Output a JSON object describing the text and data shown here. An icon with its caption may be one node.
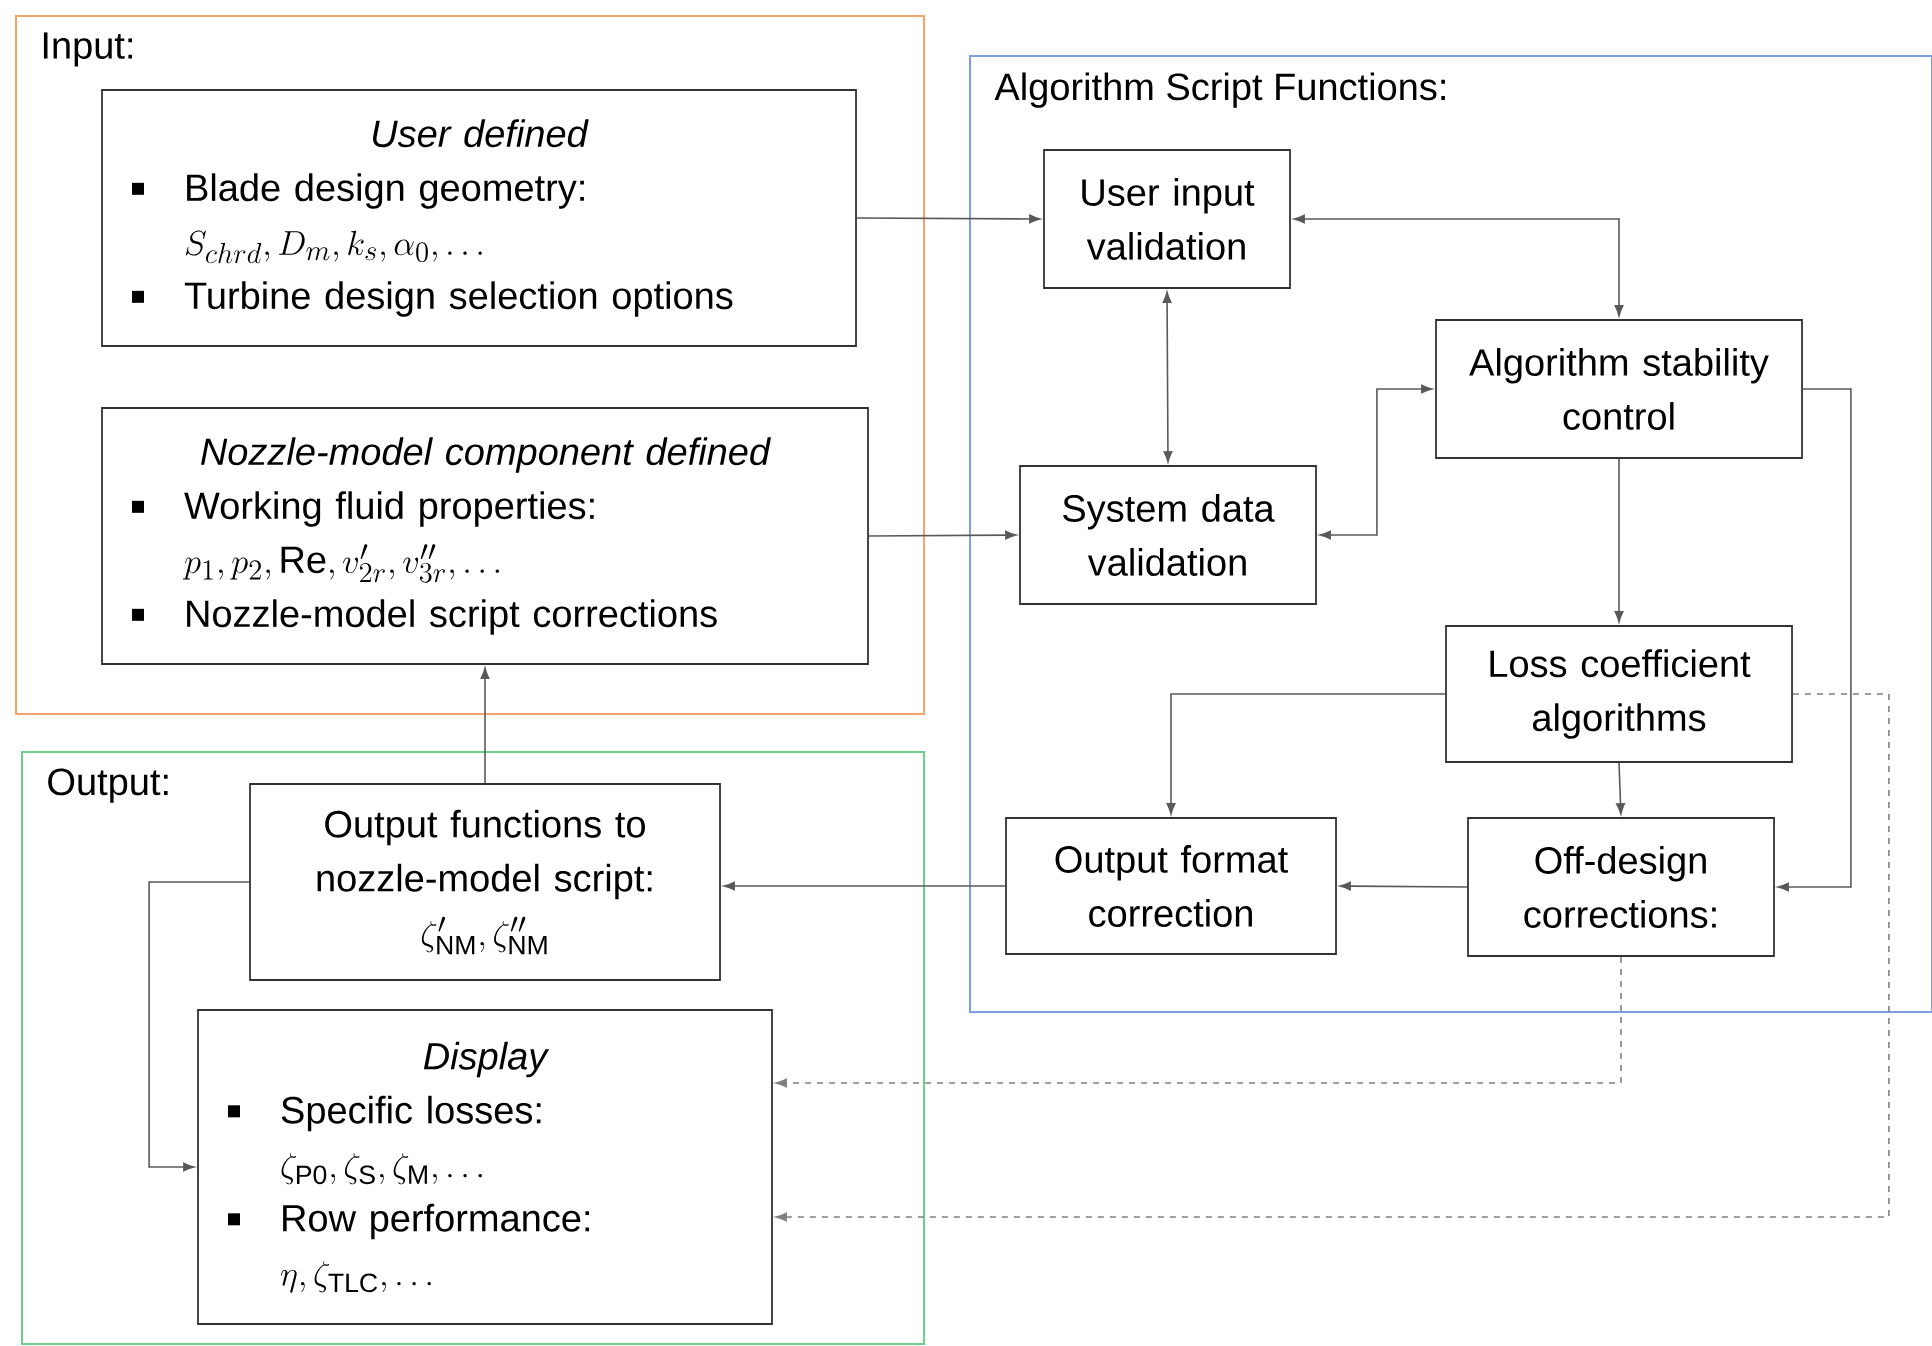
{
  "diagram": {
    "nodes": [
      {
        "text": [
          "Input:"
        ]
      },
      {
        "text": [
          "User defined",
          "Blade design geometry:",
          "S_{chrd}, D_m, k_s, \\alpha_0, \\ldots",
          "Turbine design selection options"
        ],
        "in": 0
      },
      {
        "text": [
          "Nozzle-model component defined",
          "Working fluid properties:",
          "p_1, p_2, \\mathrm{Re}, v'_{2r}, v''_{3r}, \\ldots",
          "Nozzle-model script corrections"
        ],
        "in": 0
      },
      {
        "text": [
          "Algorithm Script Functions:"
        ]
      },
      {
        "text": [
          "User input validation"
        ],
        "in": 3
      },
      {
        "text": [
          "System data validation"
        ],
        "in": 3
      },
      {
        "text": [
          "Algorithm stability control"
        ],
        "in": 3
      },
      {
        "text": [
          "Loss coefficient algorithms"
        ],
        "in": 3
      },
      {
        "text": [
          "Output format correction"
        ],
        "in": 3
      },
      {
        "text": [
          "Off-design corrections:"
        ],
        "in": 3
      },
      {
        "text": [
          "Output:"
        ]
      },
      {
        "text": [
          "Output functions to nozzle-model script:",
          "\\zeta'_{\\mathrm{NM}}, \\zeta''_{\\mathrm{NM}}"
        ],
        "in": 10
      },
      {
        "text": [
          "Display",
          "Specific losses:",
          "\\zeta_{\\mathrm{P0}}, \\zeta_{\\mathrm{S}}, \\zeta_{\\mathrm{M}}, \\ldots",
          "Row performance:",
          "\\eta, \\zeta_{\\mathrm{TLC}}, \\ldots"
        ],
        "in": 10
      }
    ],
    "edges": [
      {
        "from": 1,
        "to": 4,
        "arrow": "to"
      },
      {
        "from": 2,
        "to": 5,
        "arrow": "to"
      },
      {
        "from": 4,
        "to": 5,
        "arrow": "both"
      },
      {
        "from": 4,
        "to": 6,
        "arrow": "both"
      },
      {
        "from": 5,
        "to": 6,
        "arrow": "both"
      },
      {
        "from": 6,
        "to": 9,
        "arrow": "to"
      },
      {
        "from": 6,
        "to": 7,
        "arrow": "to"
      },
      {
        "from": 7,
        "to": 8,
        "arrow": "to"
      },
      {
        "from": 7,
        "to": 9,
        "arrow": "to"
      },
      {
        "from": 9,
        "to": 8,
        "arrow": "to"
      },
      {
        "from": 8,
        "to": 11,
        "arrow": "to"
      },
      {
        "from": 11,
        "to": 2,
        "arrow": "to"
      },
      {
        "from": 11,
        "to": 12,
        "arrow": "to"
      },
      {
        "from": 9,
        "to": 12,
        "arrow": "to",
        "style": "dashed"
      },
      {
        "from": 7,
        "to": 12,
        "arrow": "to",
        "style": "dashed"
      }
    ]
  }
}
